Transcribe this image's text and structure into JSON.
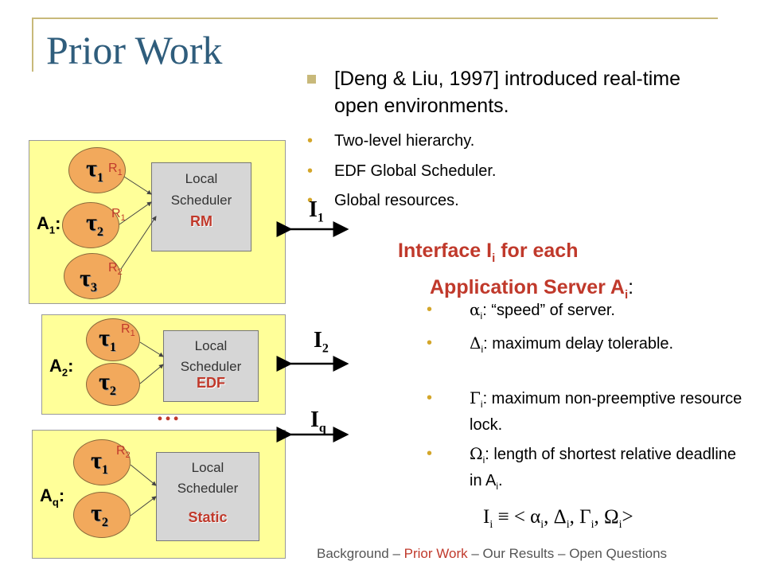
{
  "title": "Prior Work",
  "main_bullet": {
    "text": "[Deng & Liu, 1997] introduced real-time open environments.",
    "sub_items": [
      "Two-level hierarchy.",
      "EDF Global Scheduler.",
      "Global resources."
    ]
  },
  "interface_heading": {
    "line1": "Interface I",
    "line1_sub": "i",
    "line1_tail": " for each",
    "line2": "Application Server A",
    "line2_sub": "i",
    "line2_tail": ":"
  },
  "properties": [
    {
      "symbol": "α",
      "sub": "i",
      "text": ": “speed” of server."
    },
    {
      "symbol": "Δ",
      "sub": "i",
      "text": ": maximum delay tolerable."
    },
    {
      "symbol": "Γ",
      "sub": "i",
      "text": ": maximum non-preemptive resource lock."
    },
    {
      "symbol": "Ω",
      "sub": "i",
      "text": ": length of shortest relative deadline in A",
      "tail_sub": "i",
      "tail": "."
    }
  ],
  "formula": "I",
  "formula_sub": "i",
  "formula_rest": " ≡ < α",
  "formula_parts": [
    "Δ",
    "Γ",
    "Ω"
  ],
  "applications": [
    {
      "label": "A",
      "label_sub": "1",
      "label_tail": ":",
      "tasks": [
        {
          "name": "τ",
          "sub": "1",
          "resource": "R",
          "resource_sub": "1"
        },
        {
          "name": "τ",
          "sub": "2",
          "resource": "R",
          "resource_sub": "1"
        },
        {
          "name": "τ",
          "sub": "3",
          "resource": "R",
          "resource_sub": "2"
        }
      ],
      "scheduler_line1": "Local",
      "scheduler_line2": "Scheduler",
      "algorithm": "RM",
      "interface": "I",
      "interface_sub": "1"
    },
    {
      "label": "A",
      "label_sub": "2",
      "label_tail": ":",
      "tasks": [
        {
          "name": "τ",
          "sub": "1",
          "resource": "R",
          "resource_sub": "1"
        },
        {
          "name": "τ",
          "sub": "2",
          "resource": "",
          "resource_sub": ""
        }
      ],
      "scheduler_line1": "Local",
      "scheduler_line2": "Scheduler",
      "algorithm": "EDF",
      "interface": "I",
      "interface_sub": "2"
    },
    {
      "label": "A",
      "label_sub": "q",
      "label_tail": ":",
      "tasks": [
        {
          "name": "τ",
          "sub": "1",
          "resource": "R",
          "resource_sub": "2"
        },
        {
          "name": "τ",
          "sub": "2",
          "resource": "",
          "resource_sub": ""
        }
      ],
      "scheduler_line1": "Local",
      "scheduler_line2": "Scheduler",
      "algorithm": "Static",
      "interface": "I",
      "interface_sub": "q"
    }
  ],
  "ellipsis": "…",
  "footer": {
    "items": [
      "Background",
      "Prior Work",
      "Our Results",
      "Open Questions"
    ],
    "separator": " – ",
    "active": "Prior Work"
  },
  "colors": {
    "title": "#2f5d7c",
    "accent_red": "#c0392b",
    "panel": "#ffff99",
    "task": "#f2a95c",
    "scheduler": "#d6d6d6",
    "bullet": "#c8b97a"
  }
}
